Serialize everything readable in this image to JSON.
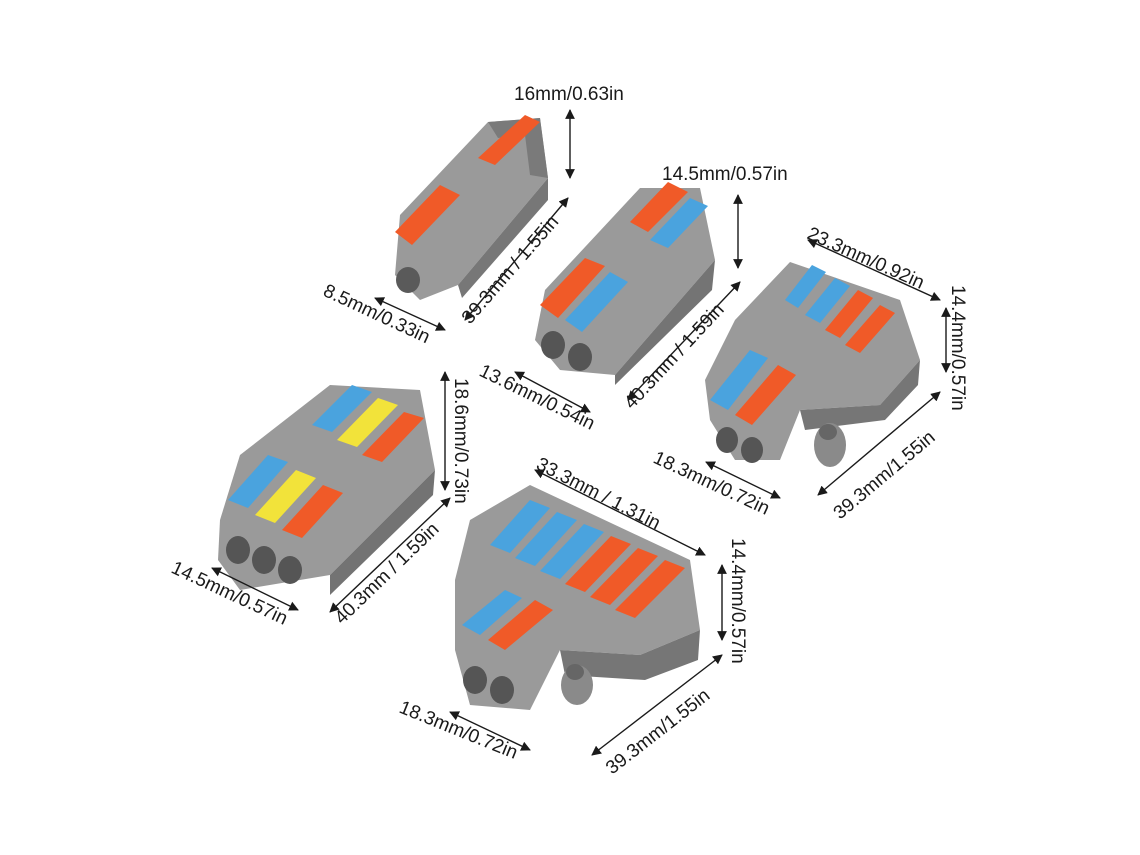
{
  "dimensions": {
    "c1_height": "16mm/0.63in",
    "c1_length": "39.3mm / 1.55in",
    "c1_width": "8.5mm/0.33in",
    "c2_height": "14.5mm/0.57in",
    "c2_length": "40.3mm / 1.59in",
    "c2_width": "13.6mm/0.54in",
    "c3_top_width": "23.3mm/0.92in",
    "c3_height": "14.4mm/0.57in",
    "c3_length": "39.3mm/1.55in",
    "c3_width": "18.3mm/0.72in",
    "c4_height": "18.6mm/0.73in",
    "c4_length": "40.3mm / 1.59in",
    "c4_width": "14.5mm/0.57in",
    "c5_top_width": "33.3mm / 1.31in",
    "c5_height": "14.4mm/0.57in",
    "c5_length": "39.3mm/1.55in",
    "c5_width": "18.3mm/0.72in"
  },
  "colors": {
    "body": "#8e8e8e",
    "body_light": "#a6a6a6",
    "body_dark": "#6e6e6e",
    "orange": "#f05a28",
    "blue": "#4aa3de",
    "yellow": "#f2e33a"
  }
}
